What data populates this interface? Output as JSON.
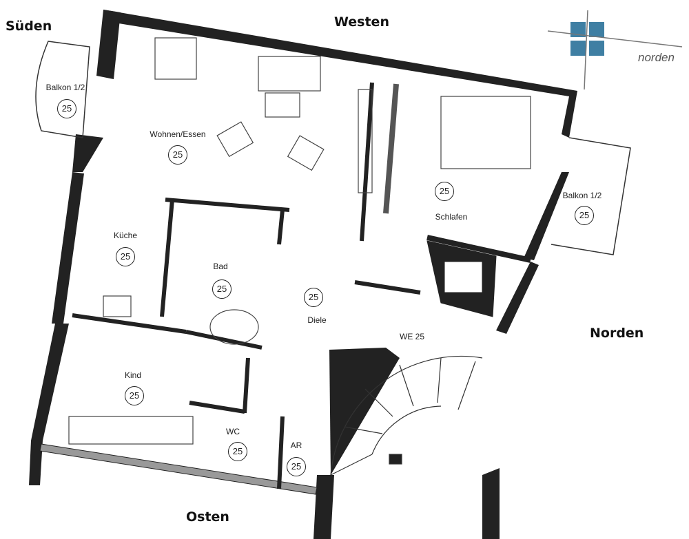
{
  "directions": {
    "south": "Süden",
    "west": "Westen",
    "north": "Norden",
    "east": "Osten"
  },
  "compass_logo": {
    "text": "norden",
    "color": "#3f7fa3"
  },
  "rooms": [
    {
      "id": "balkon-sued",
      "label": "Balkon 1/2",
      "unit": "25"
    },
    {
      "id": "wohnen",
      "label": "Wohnen/Essen",
      "unit": "25"
    },
    {
      "id": "kueche",
      "label": "Küche",
      "unit": "25"
    },
    {
      "id": "bad",
      "label": "Bad",
      "unit": "25"
    },
    {
      "id": "diele",
      "label": "Diele",
      "unit": "25"
    },
    {
      "id": "schlafen",
      "label": "Schlafen",
      "unit": "25"
    },
    {
      "id": "balkon-nord",
      "label": "Balkon 1/2",
      "unit": "25"
    },
    {
      "id": "kind",
      "label": "Kind",
      "unit": "25"
    },
    {
      "id": "wc",
      "label": "WC",
      "unit": "25"
    },
    {
      "id": "ar",
      "label": "AR",
      "unit": "25"
    }
  ],
  "apartment_label": "WE 25"
}
